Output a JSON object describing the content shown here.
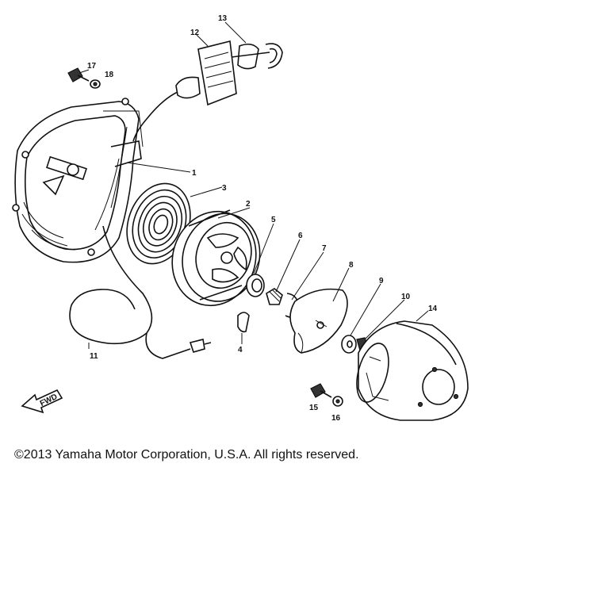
{
  "diagram": {
    "callouts": [
      "1",
      "2",
      "3",
      "4",
      "5",
      "6",
      "7",
      "8",
      "9",
      "10",
      "11",
      "12",
      "13",
      "14",
      "15",
      "16",
      "17",
      "18"
    ],
    "front_arrow_label": "FWD"
  },
  "footer": {
    "copyright": "©2013 Yamaha Motor Corporation, U.S.A. All rights reserved."
  }
}
